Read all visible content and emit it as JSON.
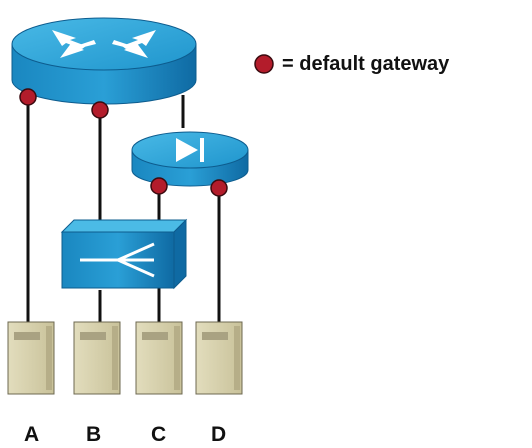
{
  "legend": {
    "label": "= default gateway",
    "marker_color": "#b31c2b"
  },
  "devices": {
    "router": {
      "icon": "router-icon"
    },
    "secondary_router": {
      "icon": "router-forward-icon"
    },
    "switch": {
      "icon": "switch-icon"
    }
  },
  "servers": [
    {
      "label": "A",
      "icon": "server-icon"
    },
    {
      "label": "B",
      "icon": "server-icon"
    },
    {
      "label": "C",
      "icon": "server-icon"
    },
    {
      "label": "D",
      "icon": "server-icon"
    }
  ],
  "colors": {
    "device_top": "#2aa6d8",
    "device_side": "#1578b4",
    "device_dark": "#0d5c8e",
    "server_body": "#d5cfa8",
    "server_shadow": "#a9a282",
    "link": "#111111",
    "gateway_dot": "#b31c2b"
  }
}
